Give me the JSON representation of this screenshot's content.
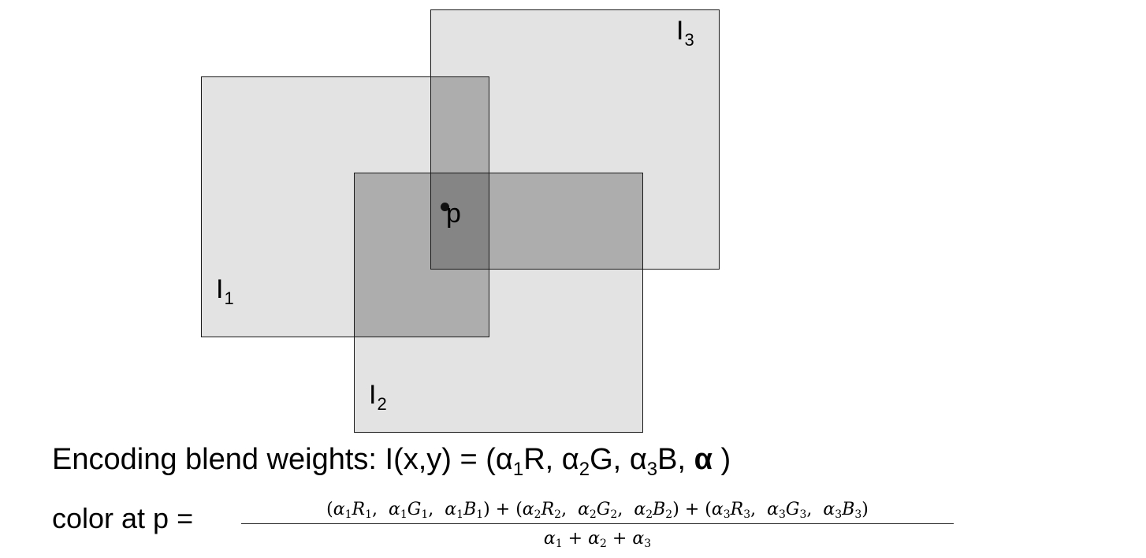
{
  "diagram": {
    "images": [
      {
        "name": "I",
        "sub": "1"
      },
      {
        "name": "I",
        "sub": "2"
      },
      {
        "name": "I",
        "sub": "3"
      }
    ],
    "point_label": "p",
    "colors": {
      "single": "#e3e3e3",
      "double": "#adadad",
      "triple": "#858585",
      "border": "#1a1a1a"
    }
  },
  "encoding": {
    "prefix": "Encoding blend weights:   I(x,y) = (",
    "alpha": "α",
    "s1": "1",
    "c1": "R, ",
    "s2": "2",
    "c2": "G, ",
    "s3": "3",
    "c3": "B, ",
    "bold_alpha": "α",
    "suffix": " )"
  },
  "color_formula": {
    "label": "color at p =",
    "numerator": "(α1R1,  α1G1,  α1B1) + (α2R2,  α2G2,  α2B2) + (α3R3,  α3G3,  α3B3)",
    "denominator": "α1 + α2 + α3"
  }
}
